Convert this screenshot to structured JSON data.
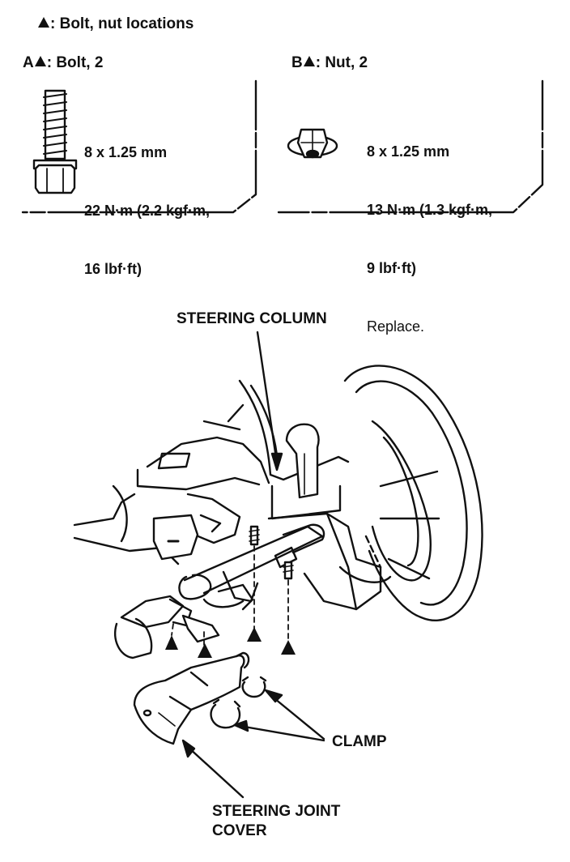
{
  "legend": {
    "text": ": Bolt, nut locations"
  },
  "box_a": {
    "prefix": "A",
    "title": ": Bolt, 2",
    "size": "8 x 1.25 mm",
    "torque": "22 N·m (2.2 kgf·m,",
    "torque_imperial": "16 lbf·ft)"
  },
  "box_b": {
    "prefix": "B",
    "title": ": Nut, 2",
    "size": "8 x 1.25 mm",
    "torque": "13 N·m (1.3 kgf·m,",
    "torque_imperial": "9 lbf·ft)",
    "note": "Replace."
  },
  "callouts": {
    "steering_column": "STEERING COLUMN",
    "clamp": "CLAMP",
    "steering_joint_cover_line1": "STEERING JOINT",
    "steering_joint_cover_line2": "COVER"
  }
}
